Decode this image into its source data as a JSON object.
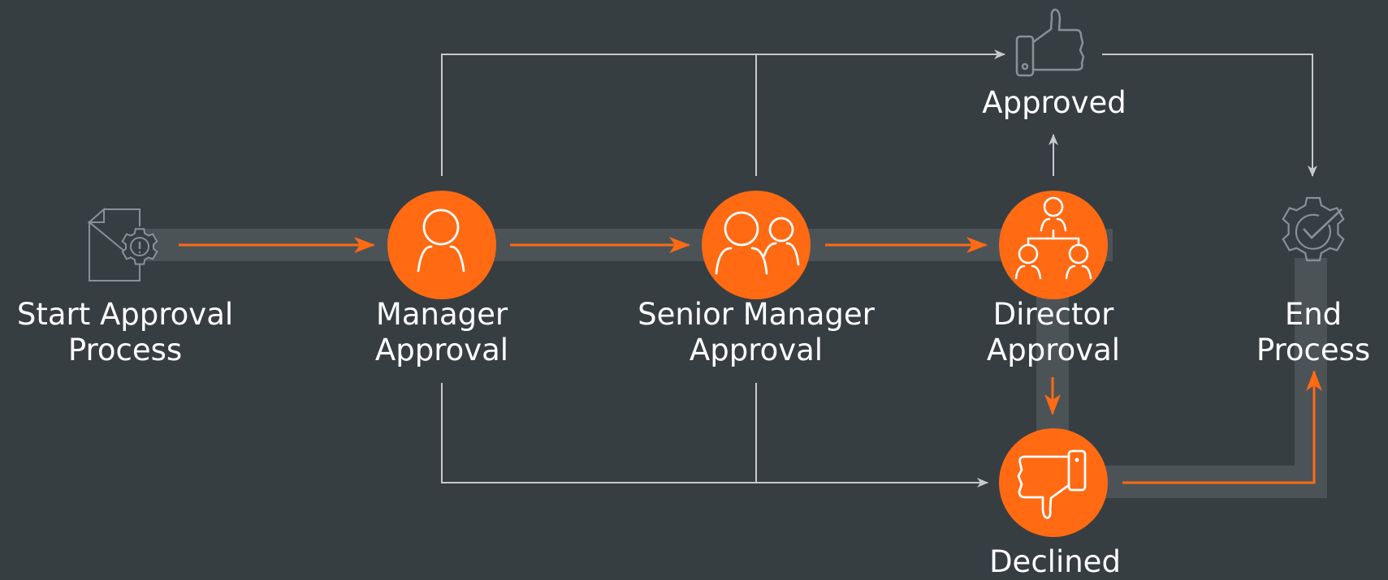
{
  "colors": {
    "background": "#363e42",
    "track": "#4b5357",
    "accent": "#ff6a13",
    "outline": "#c6cacc",
    "icon_gray": "#8a9196",
    "text": "#ffffff"
  },
  "nodes": {
    "start": {
      "line1": "Start Approval",
      "line2": "Process",
      "icon": "document-gear-icon"
    },
    "manager": {
      "line1": "Manager",
      "line2": "Approval",
      "icon": "user-icon"
    },
    "senior": {
      "line1": "Senior Manager",
      "line2": "Approval",
      "icon": "two-users-icon"
    },
    "director": {
      "line1": "Director",
      "line2": "Approval",
      "icon": "org-chart-icon"
    },
    "end": {
      "line1": "End",
      "line2": "Process",
      "icon": "gear-check-icon"
    },
    "approved": {
      "label": "Approved",
      "icon": "thumbs-up-icon"
    },
    "declined": {
      "label": "Declined",
      "icon": "thumbs-down-icon"
    }
  }
}
